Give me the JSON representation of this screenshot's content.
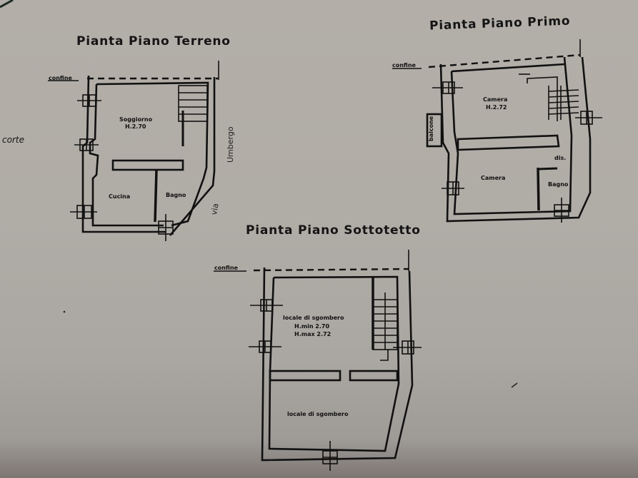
{
  "titles": {
    "ground_floor": "Pianta Piano Terreno",
    "first_floor": "Pianta Piano Primo",
    "attic_floor": "Pianta Piano Sottotetto"
  },
  "annotations": {
    "courtyard": "corte",
    "street_name": "Umbergo",
    "street_prefix": "via",
    "boundary_label": "confine"
  },
  "ground_floor": {
    "rooms": [
      {
        "name": "Soggiorno",
        "height": "H.2.70"
      },
      {
        "name": "Cucina"
      },
      {
        "name": "Bagno"
      }
    ]
  },
  "first_floor": {
    "rooms": [
      {
        "name": "Camera",
        "height": "H.2.72"
      },
      {
        "name": "Camera"
      },
      {
        "name": "Bagno"
      },
      {
        "name": "dis."
      },
      {
        "name": "balcone"
      }
    ]
  },
  "attic_floor": {
    "rooms": [
      {
        "name": "locale di sgombero",
        "height_min": "H.min 2.70",
        "height_max": "H.max 2.72"
      },
      {
        "name": "locale di sgombero"
      }
    ]
  },
  "colors": {
    "paper": "#b1ada7",
    "ink": "#111111"
  }
}
